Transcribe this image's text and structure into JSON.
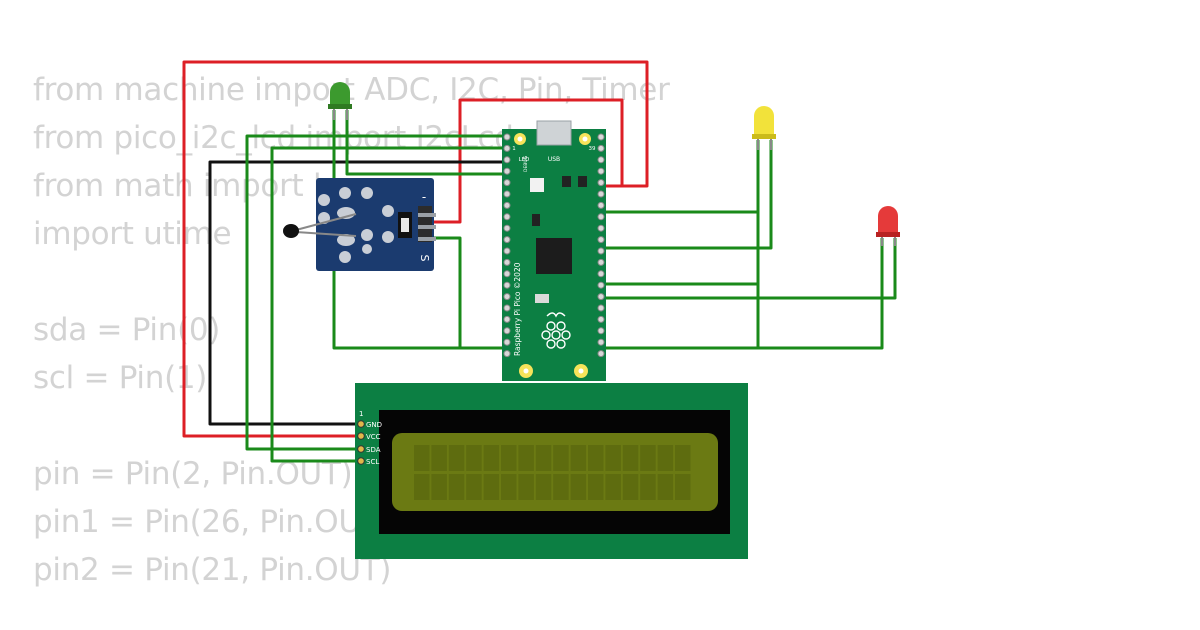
{
  "code_lines": [
    "from machine import ADC, I2C, Pin, Timer",
    "from pico_i2c_lcd import I2cLcd",
    "from math import log",
    "import utime",
    "",
    "sda = Pin(0)",
    "scl = Pin(1)",
    "",
    "pin = Pin(2, Pin.OUT)",
    "pin1 = Pin(26, Pin.OUT)",
    "pin2 = Pin(21, Pin.OUT)"
  ],
  "pico": {
    "usb_label": "USB",
    "led_label": "LED",
    "pin_tl": "1",
    "pin_tr": "39",
    "silk_text": "Raspberry Pi Pico ©2020",
    "debug_label": "DEBUG"
  },
  "lcd": {
    "pin_number": "1",
    "pins": [
      "GND",
      "VCC",
      "SDA",
      "SCL"
    ]
  },
  "sensor": {
    "minus_label": "-",
    "signal_label": "S"
  },
  "colors": {
    "wire_red": "#dd1f26",
    "wire_green": "#1a8a1a",
    "wire_black": "#111111",
    "pcb_blue": "#1b3b6f",
    "pcb_green": "#0c7f43",
    "lcd_screen": "#6b7a13"
  }
}
